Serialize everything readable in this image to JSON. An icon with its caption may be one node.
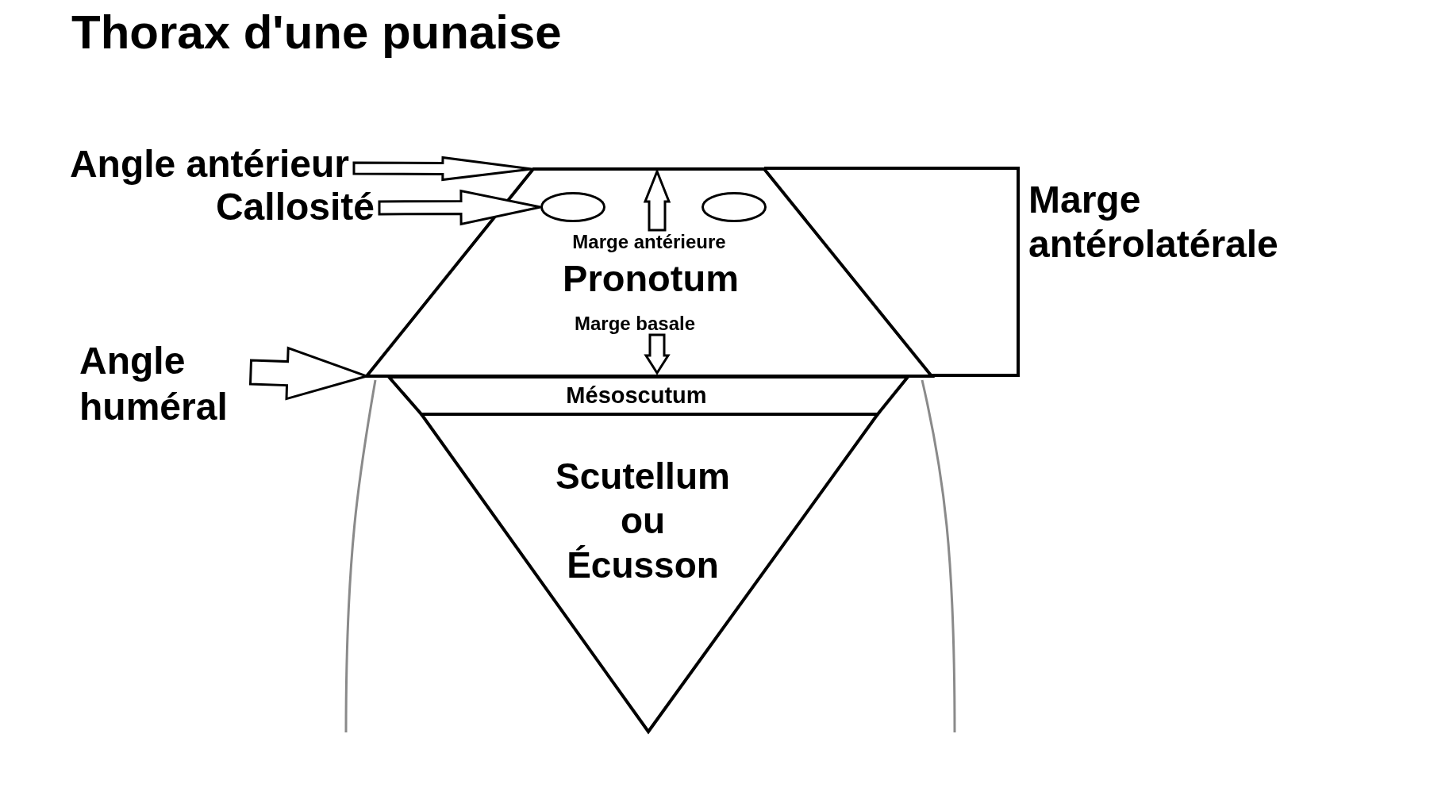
{
  "diagram": {
    "title": "Thorax d'une punaise",
    "nodes": [
      {
        "text": [
          "Angle antérieur"
        ]
      },
      {
        "text": [
          "Callosité"
        ]
      },
      {
        "text": [
          "Pronotum"
        ]
      },
      {
        "text": [],
        "shape": "ellipse",
        "in": 2
      },
      {
        "text": [],
        "shape": "ellipse",
        "in": 2
      },
      {
        "text": [
          "Marge antérieure"
        ],
        "in": 2
      },
      {
        "text": [
          "Marge basale"
        ],
        "in": 2
      },
      {
        "text": [
          "Angle huméral"
        ]
      },
      {
        "text": [
          "Mésoscutum"
        ]
      },
      {
        "text": [
          "Scutellum ou Écusson"
        ]
      }
    ],
    "edges": [
      {
        "from": 0,
        "to": 2,
        "arrow": "to"
      },
      {
        "from": 1,
        "to": 3,
        "arrow": "to"
      },
      {
        "from": 5,
        "to": null,
        "arrow": "to"
      },
      {
        "from": 6,
        "to": null,
        "arrow": "to"
      },
      {
        "from": 7,
        "to": 2,
        "arrow": "to"
      }
    ],
    "labels": [
      "Marge antérolatérale"
    ]
  }
}
